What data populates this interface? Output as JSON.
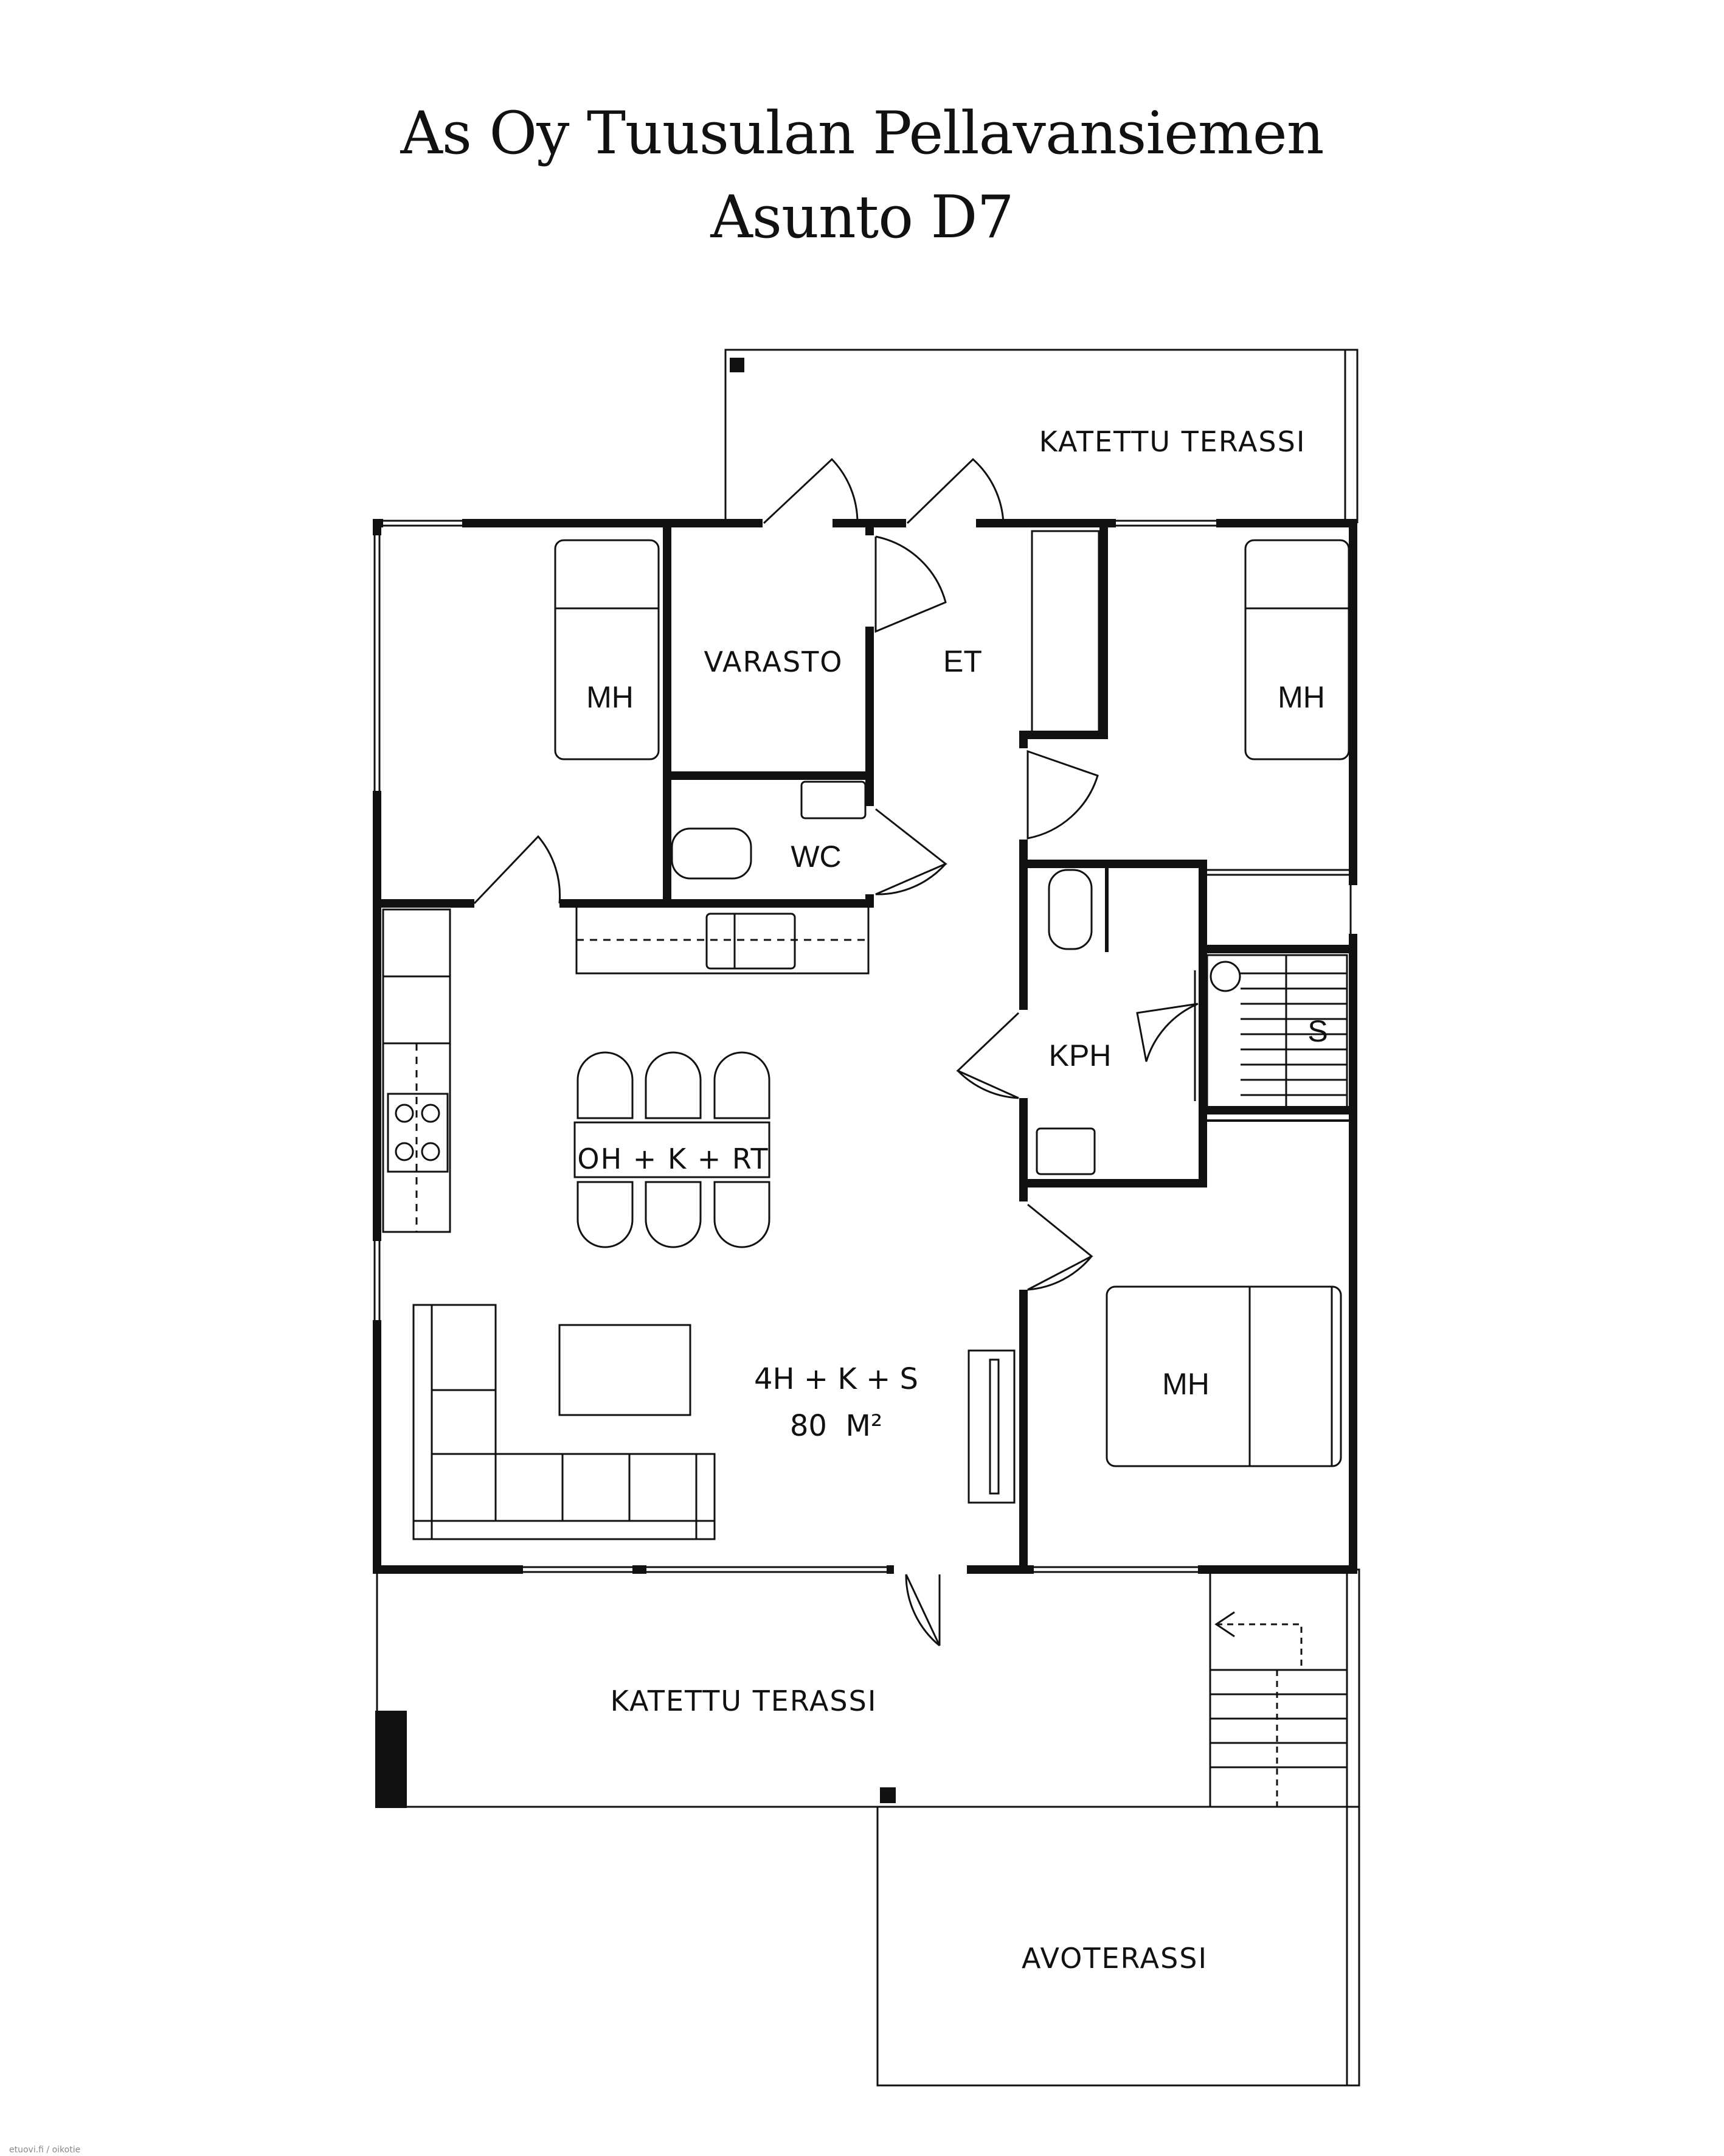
{
  "title": {
    "line1": "As Oy Tuusulan Pellavansiemen",
    "line2": "Asunto D7"
  },
  "rooms": {
    "terrace_top": "KATETTU TERASSI",
    "bedroom_left": "MH",
    "storage": "VARASTO",
    "entry": "ET",
    "bedroom_right": "MH",
    "wc": "WC",
    "bathroom": "KPH",
    "sauna": "S",
    "living": "OH + K + RT",
    "bedroom_bottom": "MH",
    "terrace_bottom": "KATETTU TERASSI",
    "open_terrace": "AVOTERASSI"
  },
  "summary": {
    "layout": "4H + K + S",
    "area": "80  M²"
  },
  "credit": "etuovi.fi / oikotie"
}
